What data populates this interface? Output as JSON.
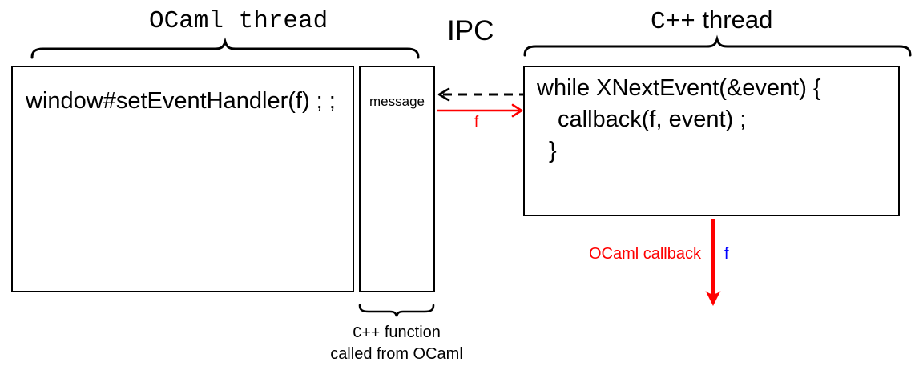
{
  "left_thread": {
    "heading": "OCaml thread",
    "code": "window#setEventHandler(f) ; ;",
    "message_label": "message"
  },
  "ipc": {
    "label": "IPC",
    "f_label": "f"
  },
  "right_thread": {
    "heading_cpp": "C++",
    "heading_rest": " thread",
    "code_line1": "while XNextEvent(&event) {",
    "code_line2": "callback(f, event) ;",
    "code_line3": "}"
  },
  "callback_arrow": {
    "label": "OCaml callback",
    "f_label": "f"
  },
  "footnote": {
    "line1_cpp": "C++",
    "line1_rest": " function",
    "line2": "called from OCaml"
  },
  "colors": {
    "red": "#ff0000",
    "blue": "#0000ff",
    "black": "#000000"
  }
}
